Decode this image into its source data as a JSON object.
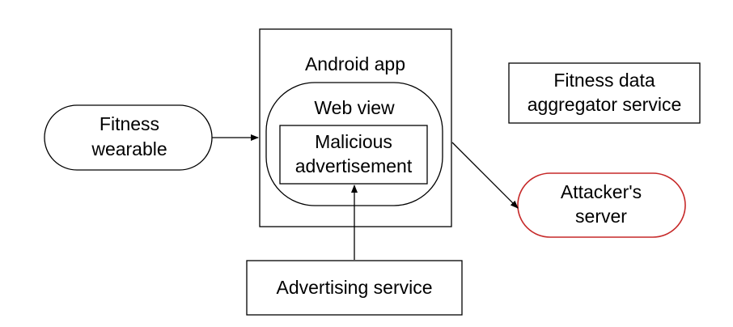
{
  "diagram": {
    "android_app": {
      "label": "Android app"
    },
    "web_view": {
      "label": "Web view"
    },
    "malicious_ad": {
      "line1": "Malicious",
      "line2": "advertisement"
    },
    "fitness_wearable": {
      "line1": "Fitness",
      "line2": "wearable"
    },
    "aggregator": {
      "line1": "Fitness data",
      "line2": "aggregator service"
    },
    "attacker_server": {
      "line1": "Attacker's",
      "line2": "server"
    },
    "advertising_service": {
      "label": "Advertising service"
    }
  },
  "colors": {
    "stroke": "#000000",
    "attacker_stroke": "#c62828",
    "background": "#ffffff"
  }
}
